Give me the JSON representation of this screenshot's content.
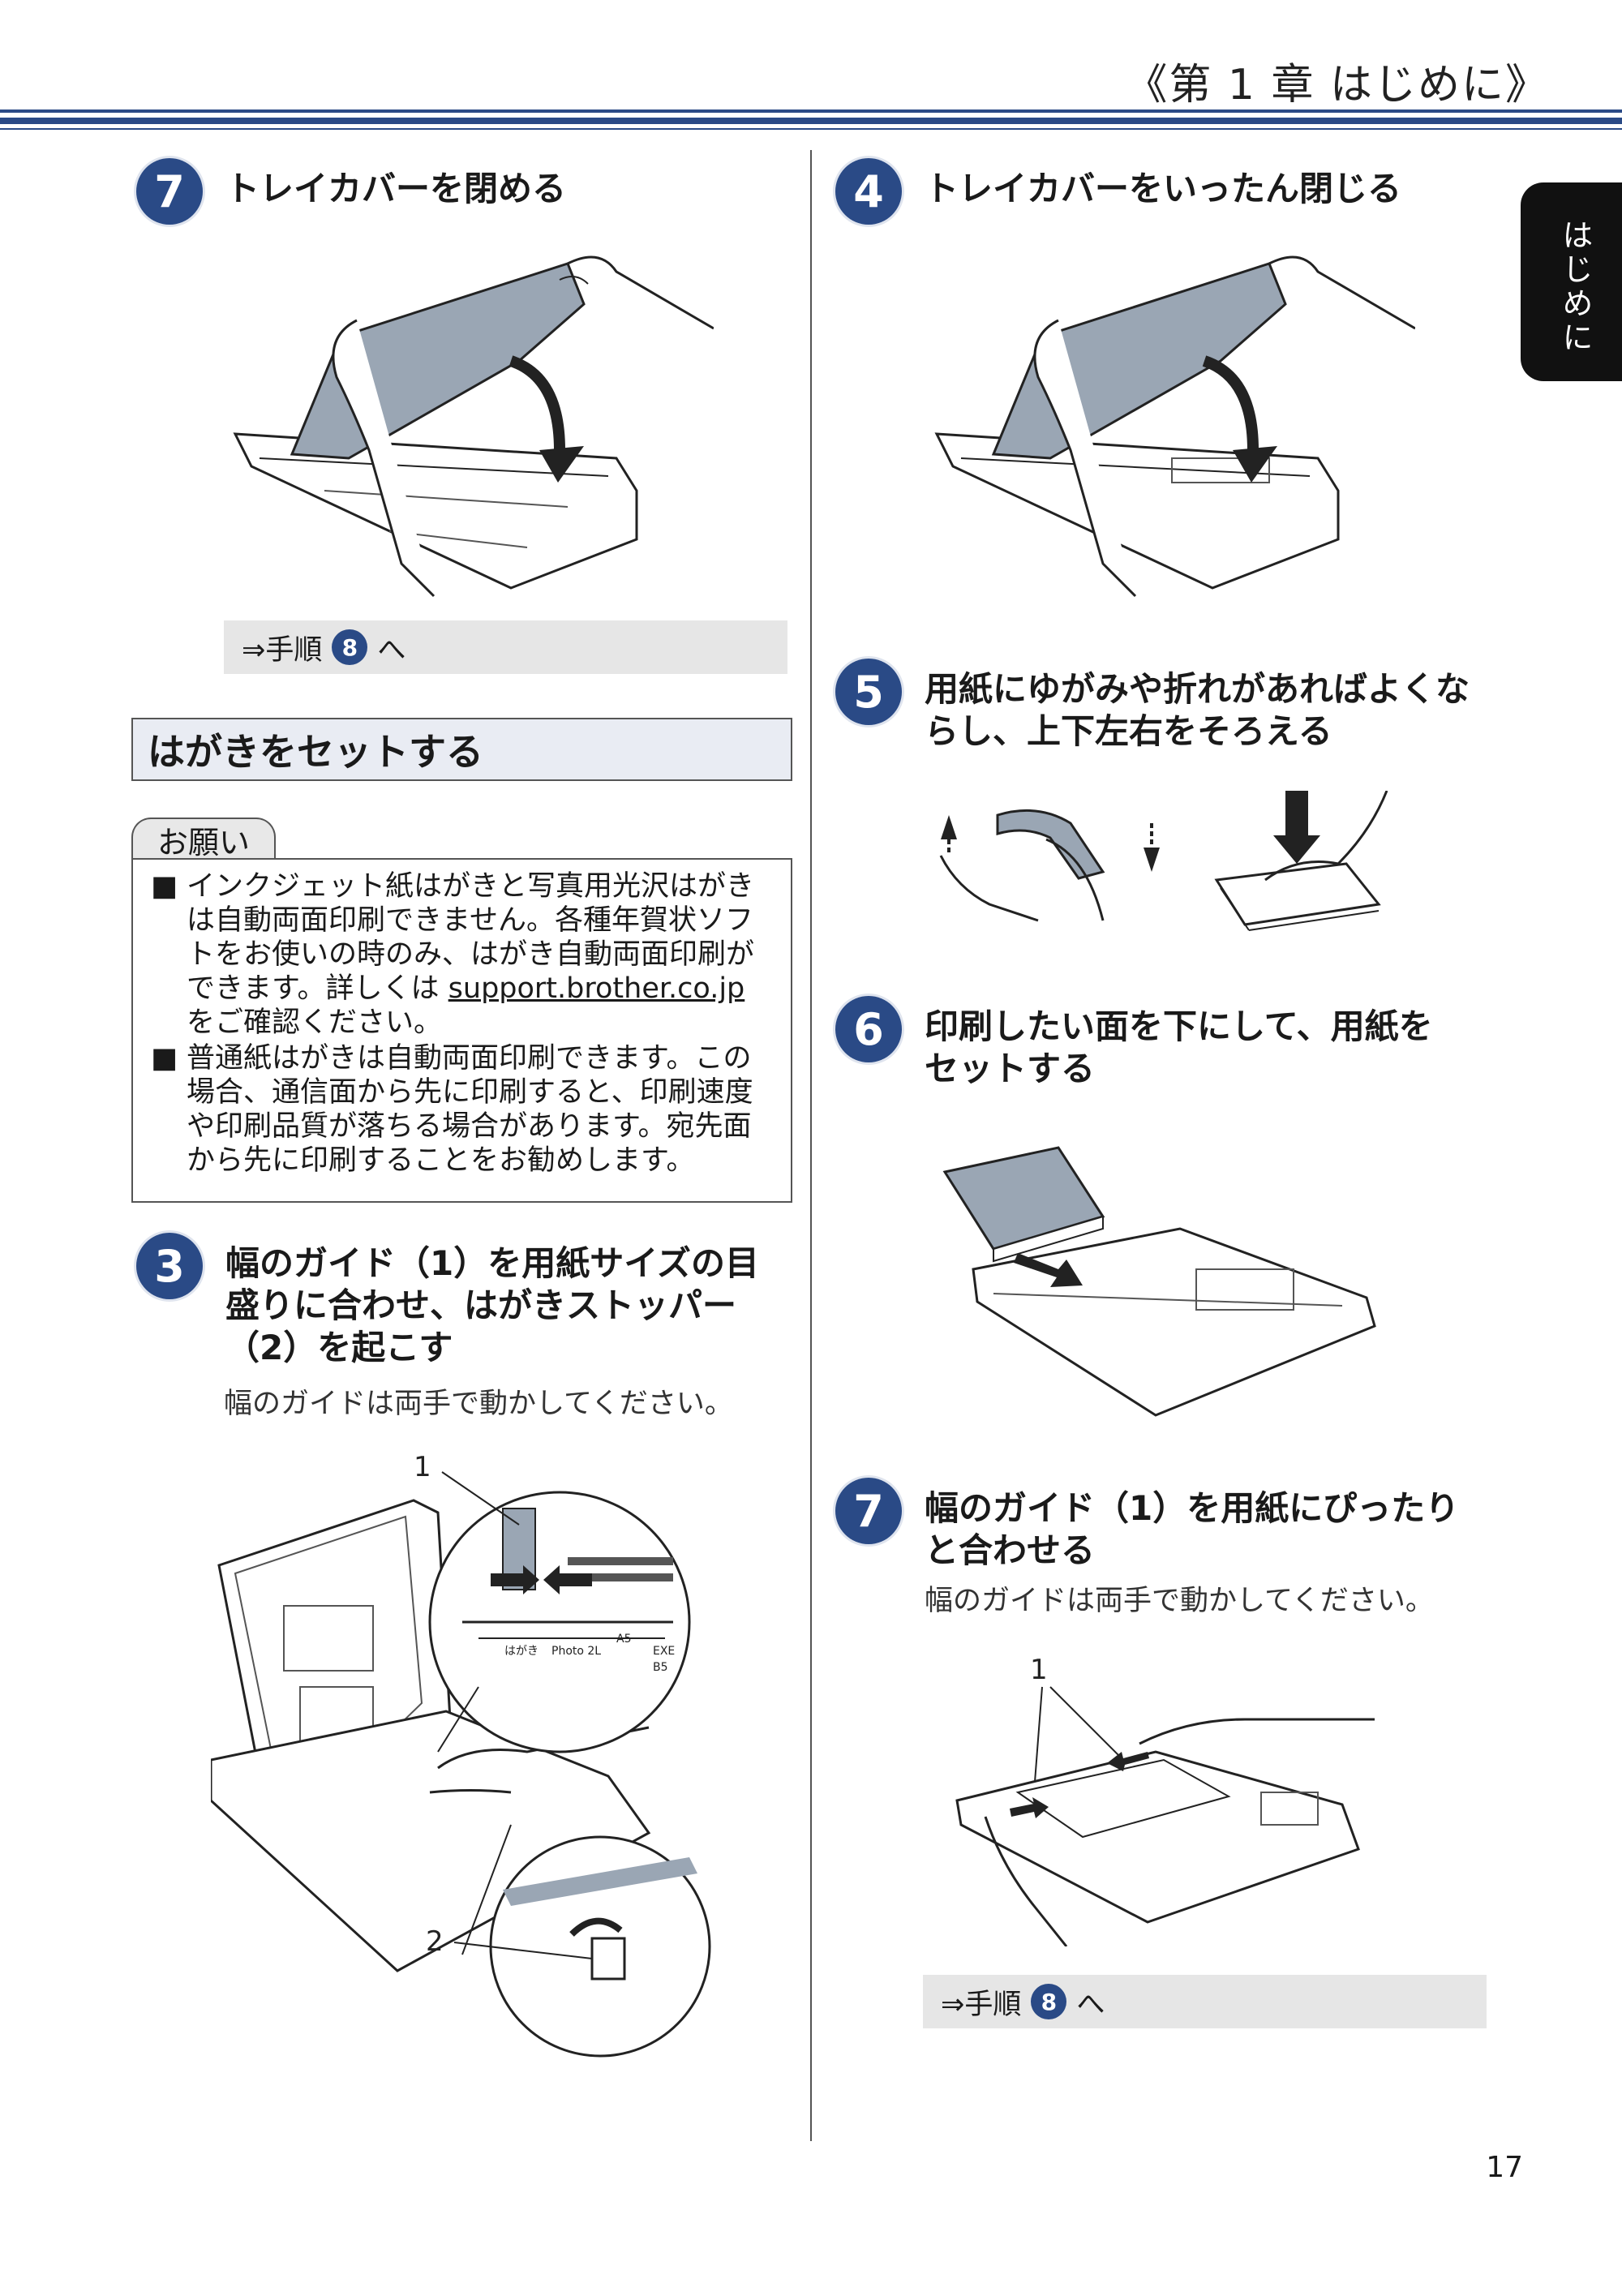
{
  "header": {
    "title": "《第 1 章 はじめに》"
  },
  "side_tab": {
    "label": "はじめに"
  },
  "left_column": {
    "step7": {
      "number": "7",
      "title": "トレイカバーを閉める"
    },
    "goto_note": {
      "prefix": "⇒手順",
      "number": "8",
      "suffix": "へ"
    },
    "section_title": "はがきをセットする",
    "onegai": {
      "label": "お願い",
      "bullets": [
        {
          "mark": "■",
          "text_before": "インクジェット紙はがきと写真用光沢はがきは自動両面印刷できません。各種年賀状ソフトをお使いの時のみ、はがき自動両面印刷ができます。詳しくは",
          "link": "support.brother.co.jp",
          "text_after": "をご確認ください。"
        },
        {
          "mark": "■",
          "text_before": "普通紙はがきは自動両面印刷できます。この場合、通信面から先に印刷すると、印刷速度や印刷品質が落ちる場合があります。宛先面から先に印刷することをお勧めします。",
          "link": "",
          "text_after": ""
        }
      ]
    },
    "step3": {
      "number": "3",
      "title_lines": [
        "幅のガイド（1）を用紙サイズの目",
        "盛りに合わせ、はがきストッパー",
        "（2）を起こす"
      ],
      "sub": "幅のガイドは両手で動かしてください。",
      "callout_1": "1",
      "callout_2": "2",
      "scale_labels": [
        "はがき",
        "Photo 2L",
        "A5",
        "EXE",
        "B5"
      ]
    }
  },
  "right_column": {
    "step4": {
      "number": "4",
      "title": "トレイカバーをいったん閉じる"
    },
    "step5": {
      "number": "5",
      "title_lines": [
        "用紙にゆがみや折れがあればよくな",
        "らし、上下左右をそろえる"
      ]
    },
    "step6": {
      "number": "6",
      "title_lines": [
        "印刷したい面を下にして、用紙を",
        "セットする"
      ]
    },
    "step7": {
      "number": "7",
      "title_lines": [
        "幅のガイド（1）を用紙にぴったり",
        "と合わせる"
      ],
      "sub": "幅のガイドは両手で動かしてください。",
      "callout_1": "1"
    },
    "goto_note": {
      "prefix": "⇒手順",
      "number": "8",
      "suffix": "へ"
    }
  },
  "footer": {
    "page_number": "17"
  },
  "colors": {
    "accent": "#2a4a86",
    "tray_cover": "#9aa6b4",
    "note_bg": "#e6e6e6",
    "section_bg": "#e9ecf3"
  },
  "icons": [
    "arrow-down-icon",
    "arrow-right-icon",
    "arrow-left-icon",
    "hand-icon",
    "paper-tray-icon"
  ]
}
